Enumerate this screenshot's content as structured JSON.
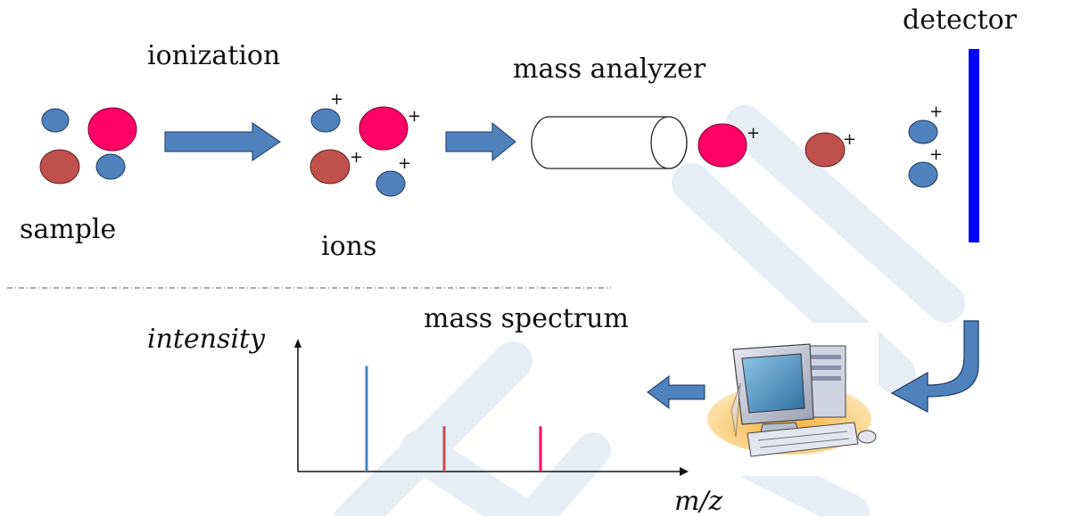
{
  "labels": {
    "ionization": "ionization",
    "sample": "sample",
    "ions": "ions",
    "mass_analyzer": "mass analyzer",
    "detector": "detector",
    "mass_spectrum": "mass spectrum",
    "intensity": "intensity",
    "mz": "m/z"
  },
  "charge_symbol": "+",
  "colors": {
    "blue_ion": "#4f81bd",
    "red_ion": "#c0504d",
    "pink_ion": "#ff0066",
    "arrow_fill": "#4f81bd",
    "detector_bar": "#0000ff",
    "watermark": "#dce6f2"
  },
  "icons": {
    "computer": "computer-icon",
    "flow_arrow": "arrow-right-icon",
    "curved_arrow": "curved-arrow-down-left-icon",
    "output_arrow": "arrow-left-icon"
  },
  "chart_data": {
    "type": "bar",
    "title": "mass spectrum",
    "xlabel": "m/z",
    "ylabel": "intensity",
    "categories": [
      "",
      "",
      ""
    ],
    "values": [
      0.84,
      0.36,
      0.36
    ],
    "colors": [
      "#4f81bd",
      "#c0504d",
      "#ff0066"
    ],
    "grid": false,
    "ticks_shown": false
  }
}
